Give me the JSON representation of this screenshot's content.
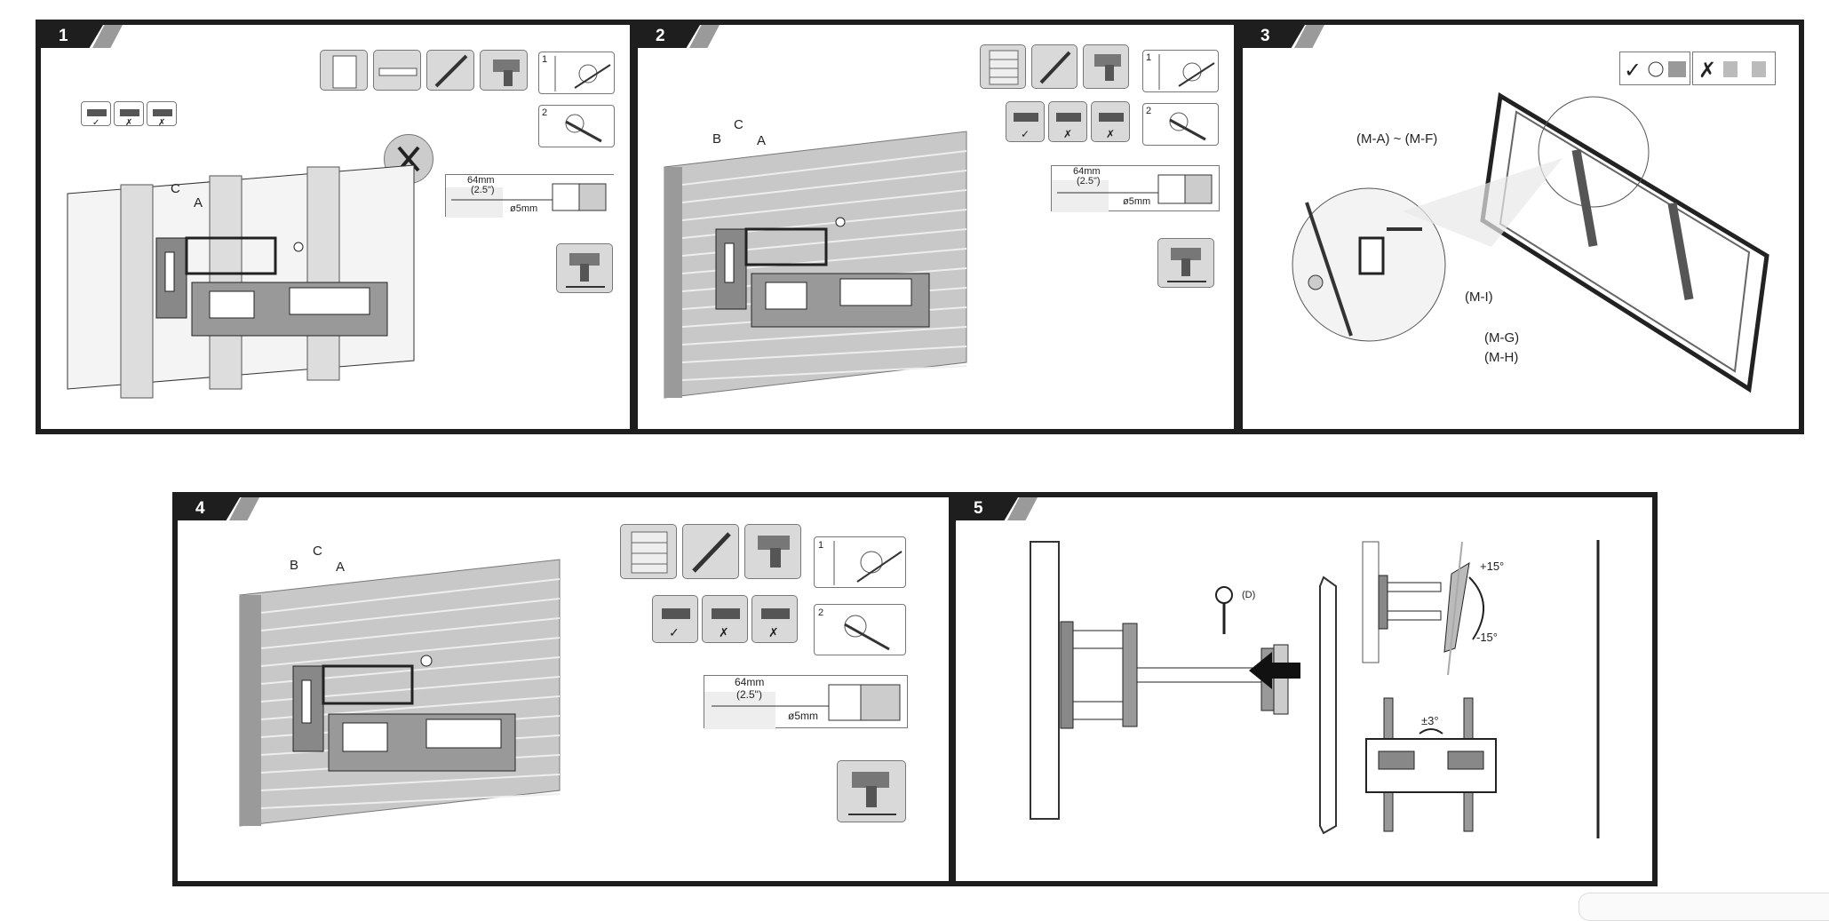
{
  "steps": [
    {
      "number": "1"
    },
    {
      "number": "2"
    },
    {
      "number": "3"
    },
    {
      "number": "4"
    },
    {
      "number": "5"
    }
  ],
  "drill_box": {
    "depth": "64mm",
    "depth_in": "(2.5\")",
    "bit": "ø5mm"
  },
  "substeps": {
    "one": "1",
    "two": "2"
  },
  "labels": {
    "a": "A",
    "b": "B",
    "c": "C",
    "m_af": "(M-A) ~ (M-F)",
    "m_i": "(M-I)",
    "m_g": "(M-G)",
    "m_h": "(M-H)",
    "d": "(D)",
    "tilt_up": "+15°",
    "tilt_down": "-15°",
    "swivel": "±3°"
  },
  "colors": {
    "frame": "#1e1e1e",
    "brick": "#b9b9b9",
    "tool_bg": "#d9d9d9",
    "line": "#333333"
  }
}
